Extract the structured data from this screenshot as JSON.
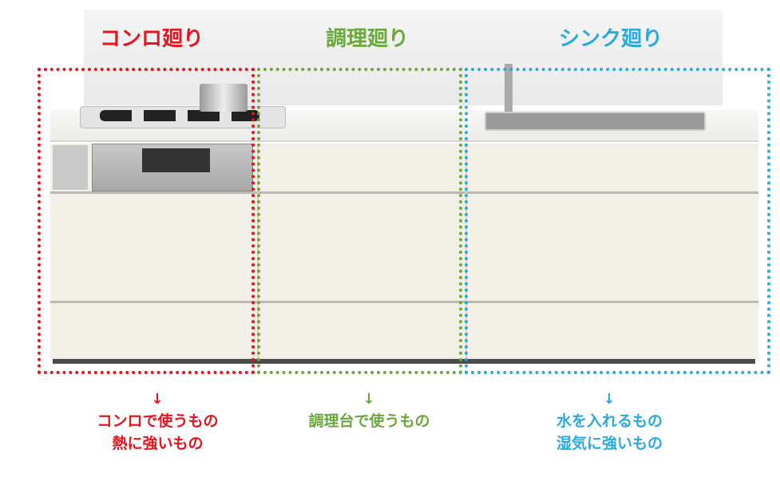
{
  "zones": [
    {
      "title": "コンロ廻り",
      "color": "#e8131b",
      "arrow": "↓",
      "notes": [
        "コンロで使うもの",
        "熱に強いもの"
      ]
    },
    {
      "title": "調理廻り",
      "color": "#6aa83c",
      "arrow": "↓",
      "notes": [
        "調理台で使うもの"
      ]
    },
    {
      "title": "シンク廻り",
      "color": "#29a9e1",
      "arrow": "↓",
      "notes": [
        "水を入れるもの",
        "湿気に強いもの"
      ]
    }
  ]
}
